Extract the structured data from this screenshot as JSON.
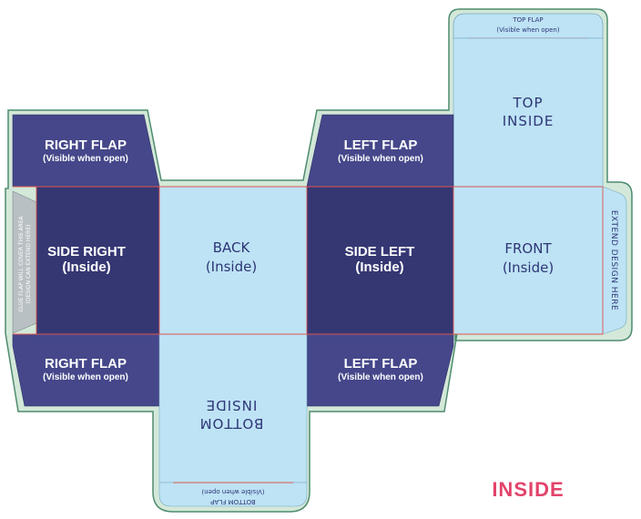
{
  "colors": {
    "dark_navy": "#353773",
    "flap_navy": "#45478a",
    "light_blue": "#bde3f5",
    "outline_green": "#d3e8d8",
    "outline_stroke": "#4e8c6e",
    "fold_red": "#e0564f",
    "title_pink": "#e2436b"
  },
  "panels": {
    "top_flap": {
      "title": "TOP FLAP",
      "subtitle": "(Visible when open)"
    },
    "top_inside": {
      "line1": "TOP",
      "line2": "INSIDE"
    },
    "right_flap_top": {
      "title": "RIGHT FLAP",
      "subtitle": "(Visible when open)"
    },
    "left_flap_top": {
      "title": "LEFT FLAP",
      "subtitle": "(Visible when open)"
    },
    "glue_flap": {
      "line1": "GLUE FLAP WILL COVER THIS AREA",
      "line2": "(DESIGN CAN EXTEND HERE)"
    },
    "side_right": {
      "title": "SIDE RIGHT",
      "subtitle": "(Inside)"
    },
    "back": {
      "title": "BACK",
      "subtitle": "(Inside)"
    },
    "side_left": {
      "title": "SIDE LEFT",
      "subtitle": "(Inside)"
    },
    "front": {
      "title": "FRONT",
      "subtitle": "(Inside)"
    },
    "extend_tab": {
      "text": "EXTEND DESIGN HERE"
    },
    "right_flap_bottom": {
      "title": "RIGHT FLAP",
      "subtitle": "(Visible when open)"
    },
    "left_flap_bottom": {
      "title": "LEFT FLAP",
      "subtitle": "(Visible when open)"
    },
    "bottom_inside": {
      "line1": "BOTTOM",
      "line2": "INSIDE"
    },
    "bottom_flap": {
      "title": "BOTTOM FLAP",
      "subtitle": "(Visible when open)"
    }
  },
  "title": "INSIDE"
}
